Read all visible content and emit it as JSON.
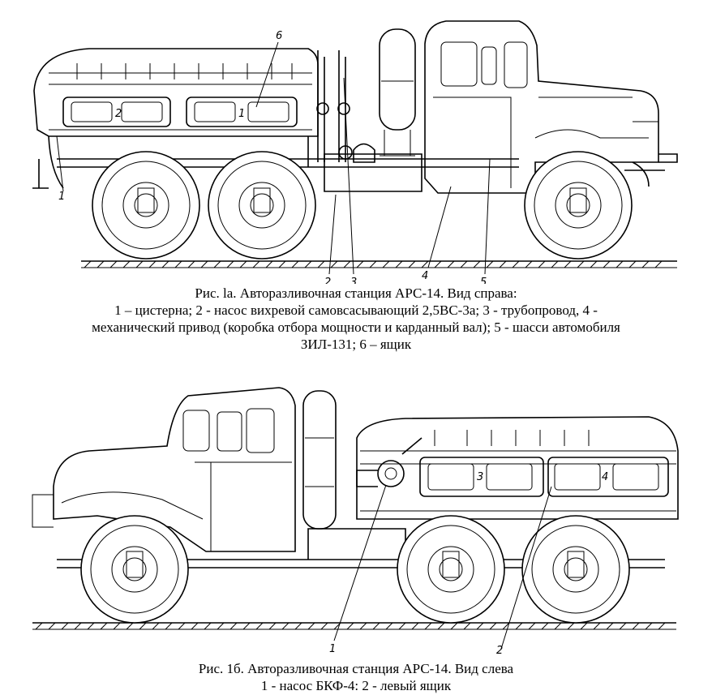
{
  "figure_a": {
    "caption_title": "Рис. la. Авторазливочная станция АРС-14. Вид справа:",
    "caption_lines": [
      "1 – цистерна; 2 - насос вихревой самовсасывающий 2,5ВС-3а; 3 - трубопровод, 4 -",
      "механический привод (коробка отбора мощности и карданный вал); 5 - шасси автомобиля",
      "ЗИЛ-131; 6 – ящик"
    ],
    "labels": [
      "1",
      "2",
      "3",
      "4",
      "5",
      "6"
    ],
    "box_numbers": [
      "2",
      "1"
    ]
  },
  "figure_b": {
    "caption_title": "Рис. 1б. Авторазливочная станция АРС-14. Вид слева",
    "caption_lines": [
      "1 - насос БКФ-4: 2 - левый ящик"
    ],
    "labels": [
      "1",
      "2"
    ],
    "box_numbers": [
      "3",
      "4"
    ]
  }
}
